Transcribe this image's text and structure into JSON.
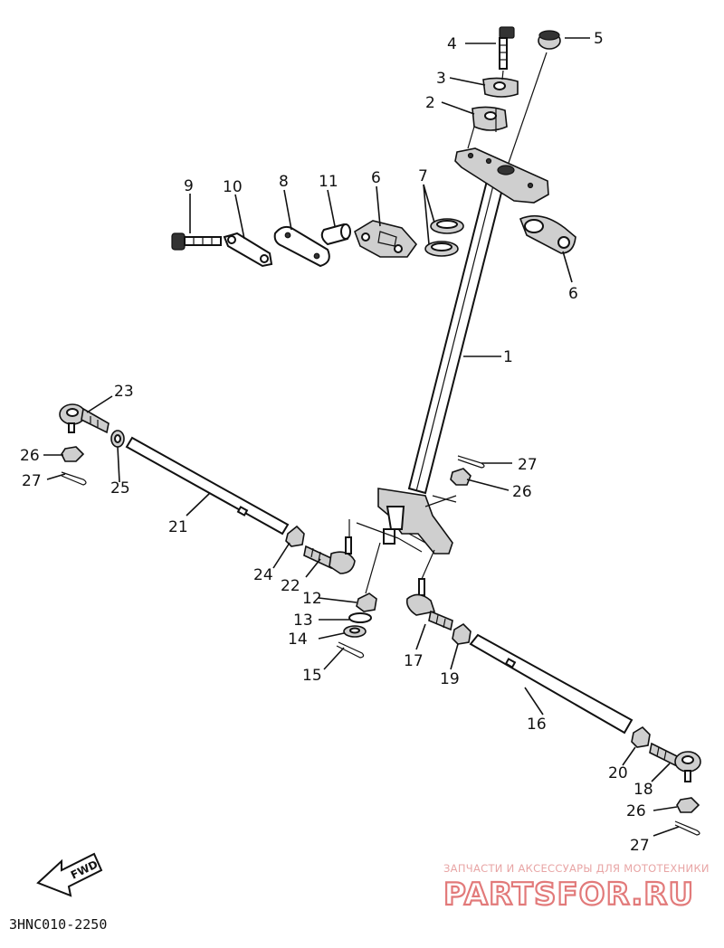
{
  "diagram": {
    "drawing_code": "3HNC010-2250",
    "fwd_label": "FWD",
    "watermark": {
      "tagline": "ЗАПЧАСТИ И АКСЕССУАРЫ ДЛЯ МОТОТЕХНИКИ",
      "brand": "PARTSFOR.RU"
    },
    "callouts": {
      "c1": "1",
      "c2": "2",
      "c3": "3",
      "c4": "4",
      "c5": "5",
      "c6a": "6",
      "c6b": "6",
      "c7": "7",
      "c8": "8",
      "c9": "9",
      "c10": "10",
      "c11": "11",
      "c12": "12",
      "c13": "13",
      "c14": "14",
      "c15": "15",
      "c16": "16",
      "c17": "17",
      "c18": "18",
      "c19": "19",
      "c20": "20",
      "c21": "21",
      "c22": "22",
      "c23": "23",
      "c24": "24",
      "c25": "25",
      "c26a": "26",
      "c26b": "26",
      "c26c": "26",
      "c27a": "27",
      "c27b": "27",
      "c27c": "27"
    }
  }
}
